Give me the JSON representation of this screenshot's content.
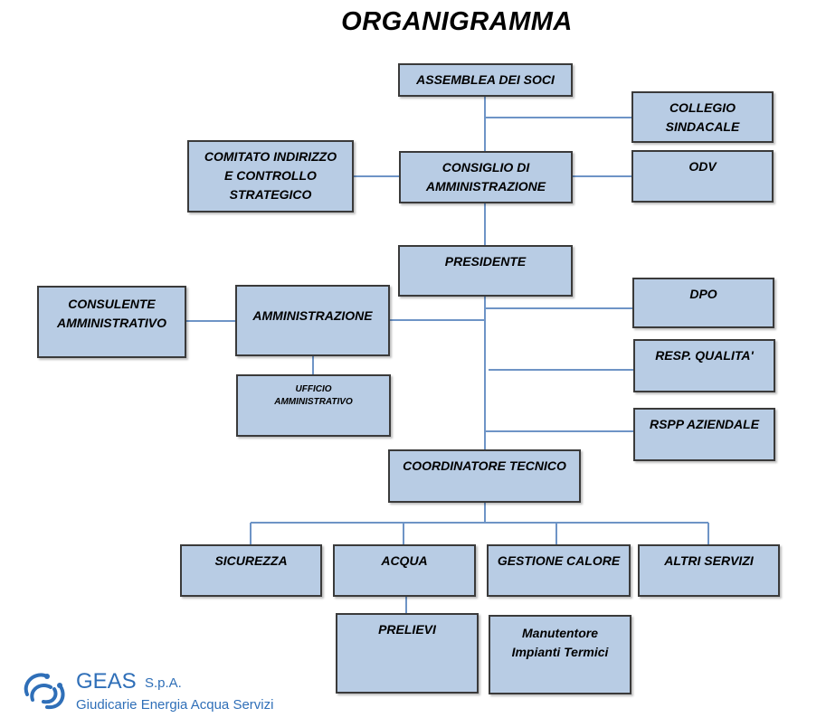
{
  "title": "ORGANIGRAMMA",
  "boxes": {
    "assemblea": [
      "ASSEMBLEA DEI SOCI"
    ],
    "collegio": [
      "COLLEGIO",
      "SINDACALE"
    ],
    "comitato": [
      "COMITATO INDIRIZZO",
      "E CONTROLLO",
      "STRATEGICO"
    ],
    "consiglio": [
      "CONSIGLIO DI",
      "AMMINISTRAZIONE"
    ],
    "odv": [
      "ODV"
    ],
    "presidente": [
      "PRESIDENTE"
    ],
    "consulente": [
      "CONSULENTE",
      "AMMINISTRATIVO"
    ],
    "amministrazione": [
      "AMMINISTRAZIONE"
    ],
    "dpo": [
      "DPO"
    ],
    "ufficio": [
      "UFFICIO",
      "AMMINISTRATIVO"
    ],
    "qualita": [
      "RESP. QUALITA'"
    ],
    "rspp": [
      "RSPP AZIENDALE"
    ],
    "coordinatore": [
      "COORDINATORE TECNICO"
    ],
    "sicurezza": [
      "SICUREZZA"
    ],
    "acqua": [
      "ACQUA"
    ],
    "calore": [
      "GESTIONE CALORE"
    ],
    "altri": [
      "ALTRI SERVIZI"
    ],
    "prelievi": [
      "PRELIEVI"
    ],
    "manutentore": [
      "Manutentore",
      "Impianti Termici"
    ]
  },
  "logo": {
    "name": "GEAS",
    "suffix": "S.p.A.",
    "subtitle": "Giudicarie Energia Acqua Servizi"
  },
  "colors": {
    "box_fill": "#b8cce4",
    "box_border": "#3a3a3a",
    "connector": "#6e94c6",
    "logo": "#2f6fb8"
  }
}
